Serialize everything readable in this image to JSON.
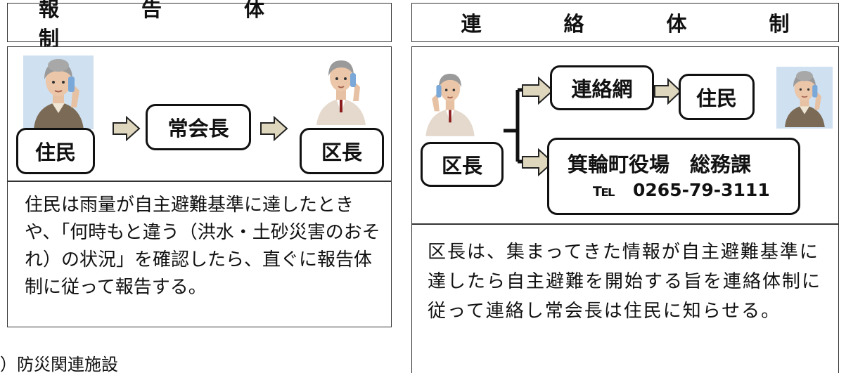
{
  "report": {
    "title": "報　告　体　制",
    "boxes": {
      "resident": "住民",
      "chairman": "常会長",
      "ward_head": "区長"
    },
    "description": "住民は雨量が自主避難基準に達したときや、「何時もと違う（洪水・土砂災害のおそれ）の状況」を確認したら、直ぐに報告体制に従って報告する。"
  },
  "contact": {
    "title": "連　絡　体　制",
    "boxes": {
      "ward_head": "区長",
      "network": "連絡網",
      "resident": "住民",
      "office": "箕輪町役場　総務課",
      "tel": "℡　0265-79-3111"
    },
    "description": "区長は、集まってきた情報が自主避難基準に達したら自主避難を開始する旨を連絡体制に従って連絡し常会長は住民に知らせる。"
  },
  "footer": {
    "partial_text": "）防災関連施設"
  },
  "colors": {
    "arrow_fill": "#ded7be",
    "arrow_stroke": "#222222",
    "photo_bg": "#cfe0f1",
    "box_border": "#111111"
  }
}
